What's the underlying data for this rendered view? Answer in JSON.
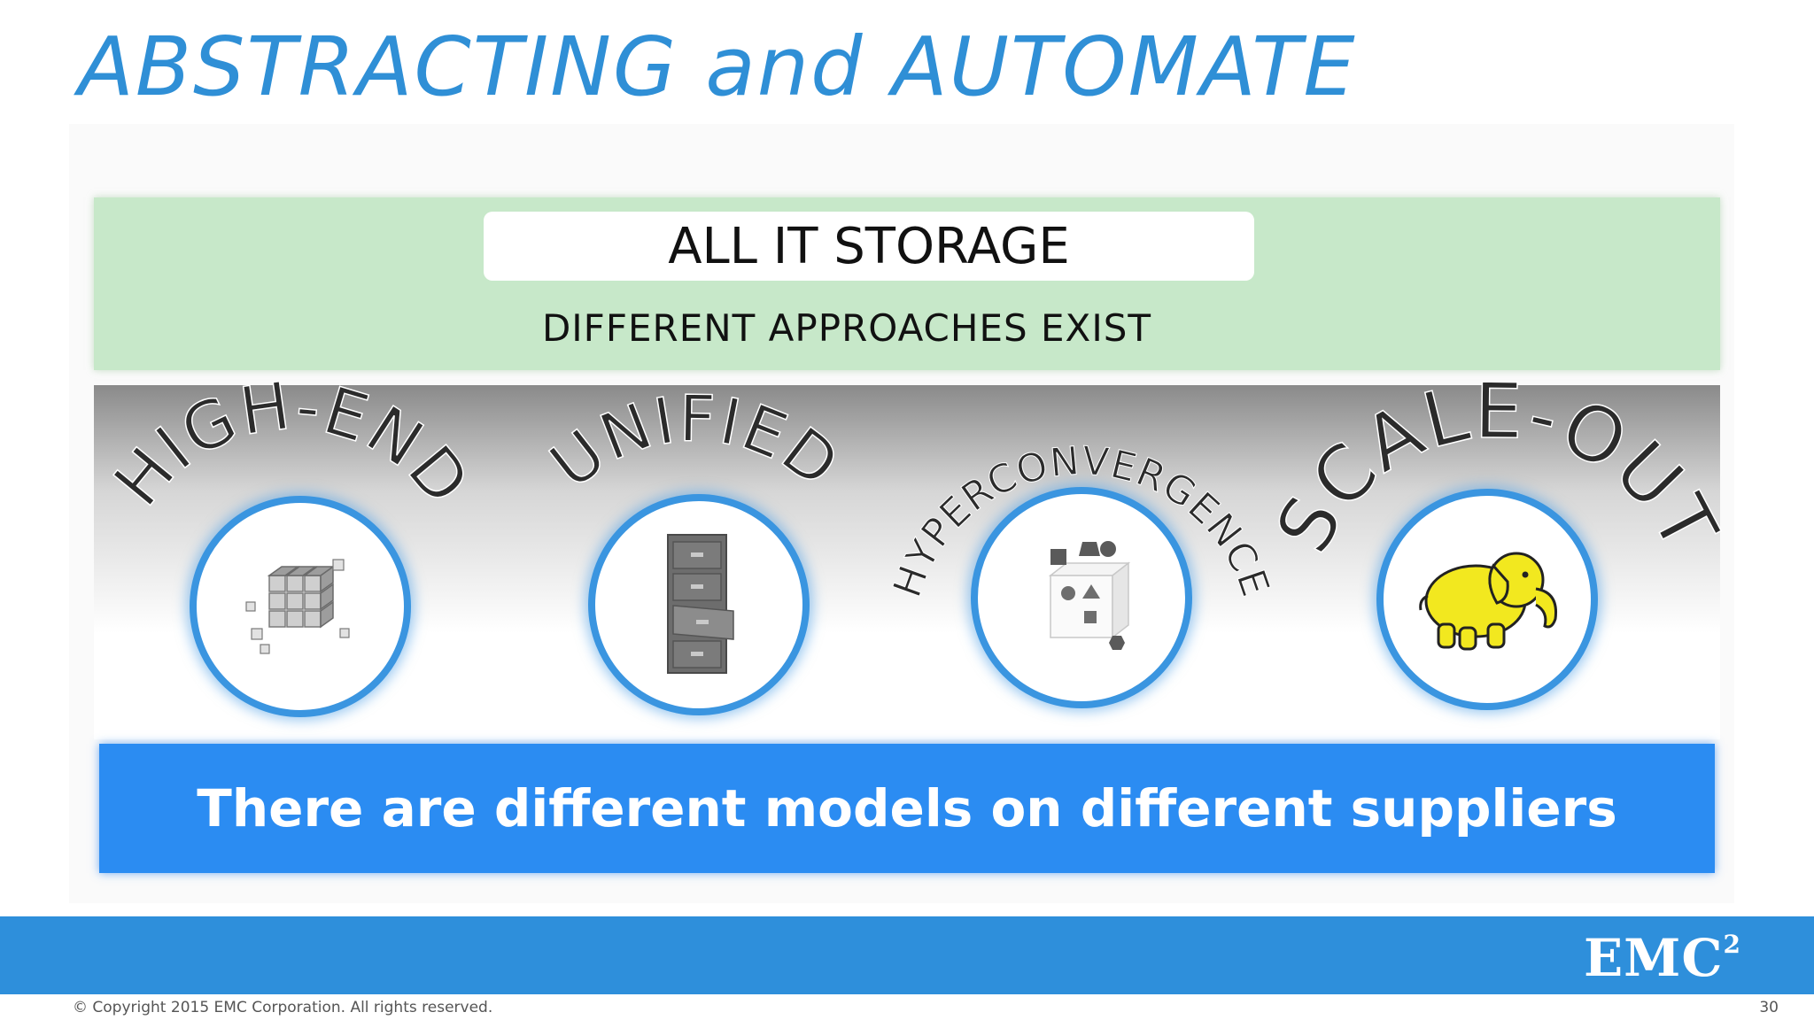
{
  "slide": {
    "title": "ABSTRACTING and AUTOMATE",
    "storage_box": "ALL IT STORAGE",
    "approaches": "DIFFERENT APPROACHES EXIST",
    "models": [
      {
        "label": "HIGH-END",
        "icon": "cube-blocks-icon"
      },
      {
        "label": "UNIFIED",
        "icon": "filing-cabinet-icon"
      },
      {
        "label": "HYPERCONVERGENCE",
        "icon": "shape-sorter-cube-icon"
      },
      {
        "label": "SCALE-OUT",
        "icon": "yellow-elephant-icon"
      }
    ],
    "banner": "There are different models on different suppliers"
  },
  "footer": {
    "logo": "EMC",
    "logo_superscript": "2",
    "copyright": "© Copyright 2015 EMC Corporation. All rights reserved.",
    "page_number": "30"
  },
  "colors": {
    "title": "#2f8fd6",
    "green_band": "#c7e8c9",
    "banner": "#2b8cf2",
    "footer_bar": "#2e8fdb",
    "circle_border": "#3a95e0",
    "elephant": "#f2e81f"
  }
}
